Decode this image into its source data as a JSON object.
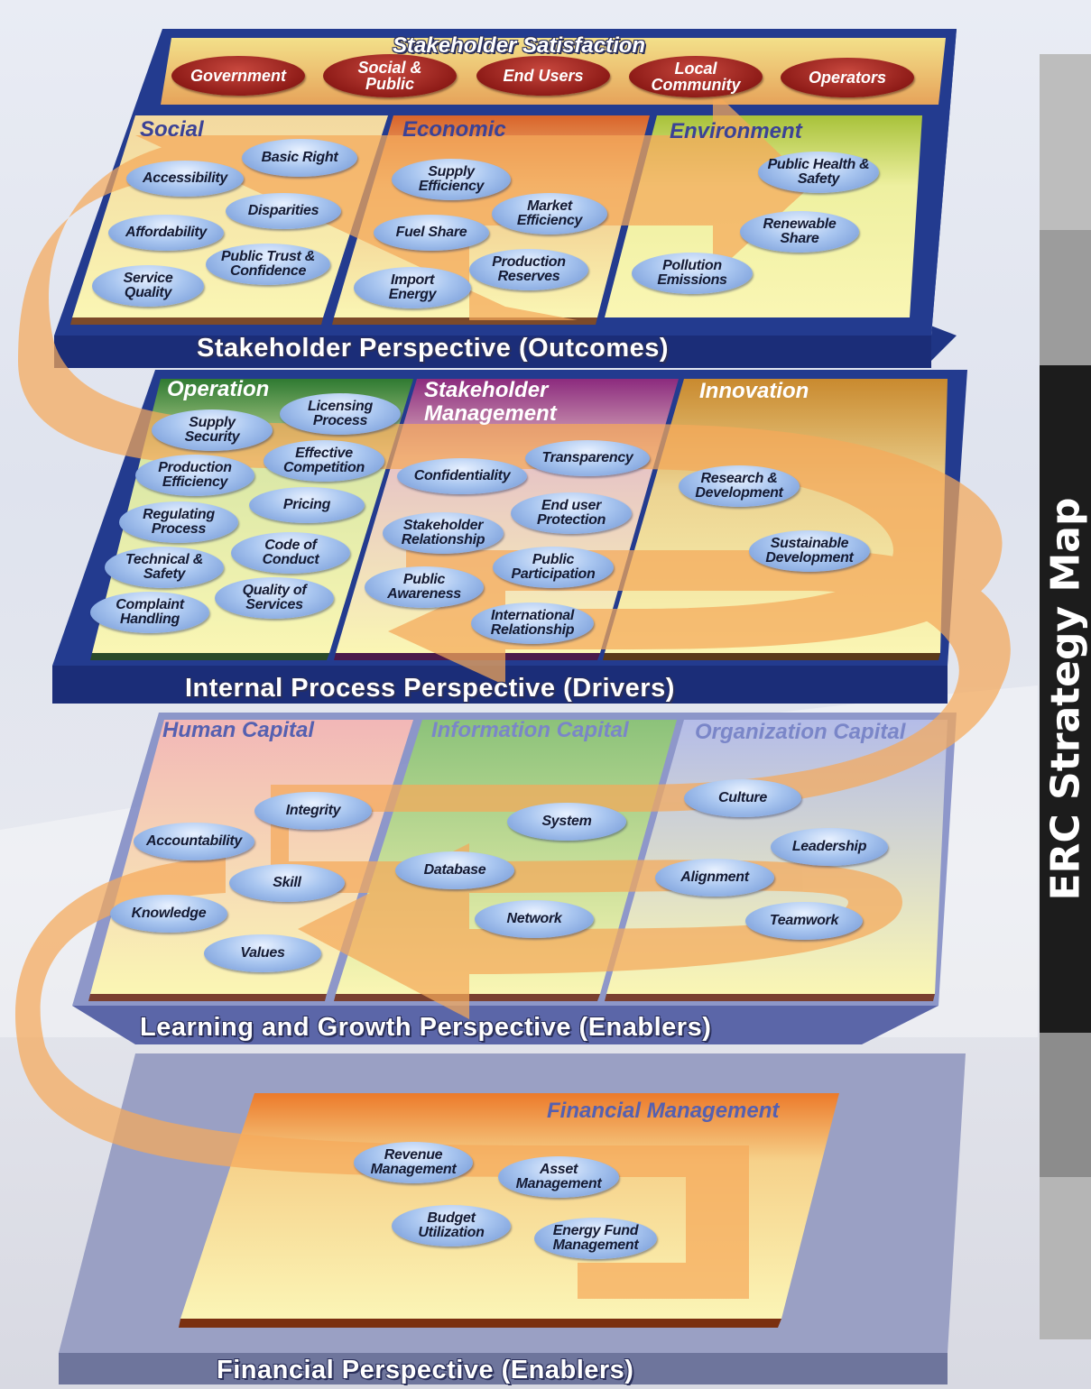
{
  "sidebar": {
    "title": "ERC Strategy Map"
  },
  "stakeholder_satisfaction": {
    "title": "Stakeholder Satisfaction",
    "items": [
      "Government",
      "Social & Public",
      "End Users",
      "Local Community",
      "Operators"
    ]
  },
  "stakeholder_perspective": {
    "title": "Stakeholder Perspective (Outcomes)",
    "social": {
      "heading": "Social",
      "items": [
        "Basic Right",
        "Accessibility",
        "Disparities",
        "Affordability",
        "Public Trust & Confidence",
        "Service Quality"
      ]
    },
    "economic": {
      "heading": "Economic",
      "items": [
        "Supply Efficiency",
        "Market Efficiency",
        "Fuel Share",
        "Production Reserves",
        "Import Energy"
      ]
    },
    "environment": {
      "heading": "Environment",
      "items": [
        "Public Health & Safety",
        "Renewable Share",
        "Pollution Emissions"
      ]
    }
  },
  "internal_process_perspective": {
    "title": "Internal Process Perspective (Drivers)",
    "operation": {
      "heading": "Operation",
      "items": [
        "Licensing Process",
        "Supply Security",
        "Effective Competition",
        "Production Efficiency",
        "Pricing",
        "Regulating Process",
        "Code of Conduct",
        "Technical & Safety",
        "Quality of Services",
        "Complaint Handling"
      ]
    },
    "stakeholder_management": {
      "heading": "Stakeholder Management",
      "items": [
        "Transparency",
        "Confidentiality",
        "End user Protection",
        "Stakeholder Relationship",
        "Public Participation",
        "Public Awareness",
        "International Relationship"
      ]
    },
    "innovation": {
      "heading": "Innovation",
      "items": [
        "Research & Development",
        "Sustainable Development"
      ]
    }
  },
  "learning_growth_perspective": {
    "title": "Learning and Growth Perspective (Enablers)",
    "human_capital": {
      "heading": "Human Capital",
      "items": [
        "Integrity",
        "Accountability",
        "Skill",
        "Knowledge",
        "Values"
      ]
    },
    "information_capital": {
      "heading": "Information Capital",
      "items": [
        "System",
        "Database",
        "Network"
      ]
    },
    "organization_capital": {
      "heading": "Organization Capital",
      "items": [
        "Culture",
        "Leadership",
        "Alignment",
        "Teamwork"
      ]
    }
  },
  "financial_perspective": {
    "title": "Financial Perspective (Enablers)",
    "financial_management": {
      "heading": "Financial Management",
      "items": [
        "Revenue Management",
        "Asset Management",
        "Budget Utilization",
        "Energy Fund Management"
      ]
    }
  },
  "colors": {
    "layer_frame": "#1f3585",
    "panel_yellow": "#f6f0a6",
    "arrow_orange": "#f5b060",
    "pill_blue": "#a9c6f0",
    "pill_red": "#8f1c18"
  }
}
